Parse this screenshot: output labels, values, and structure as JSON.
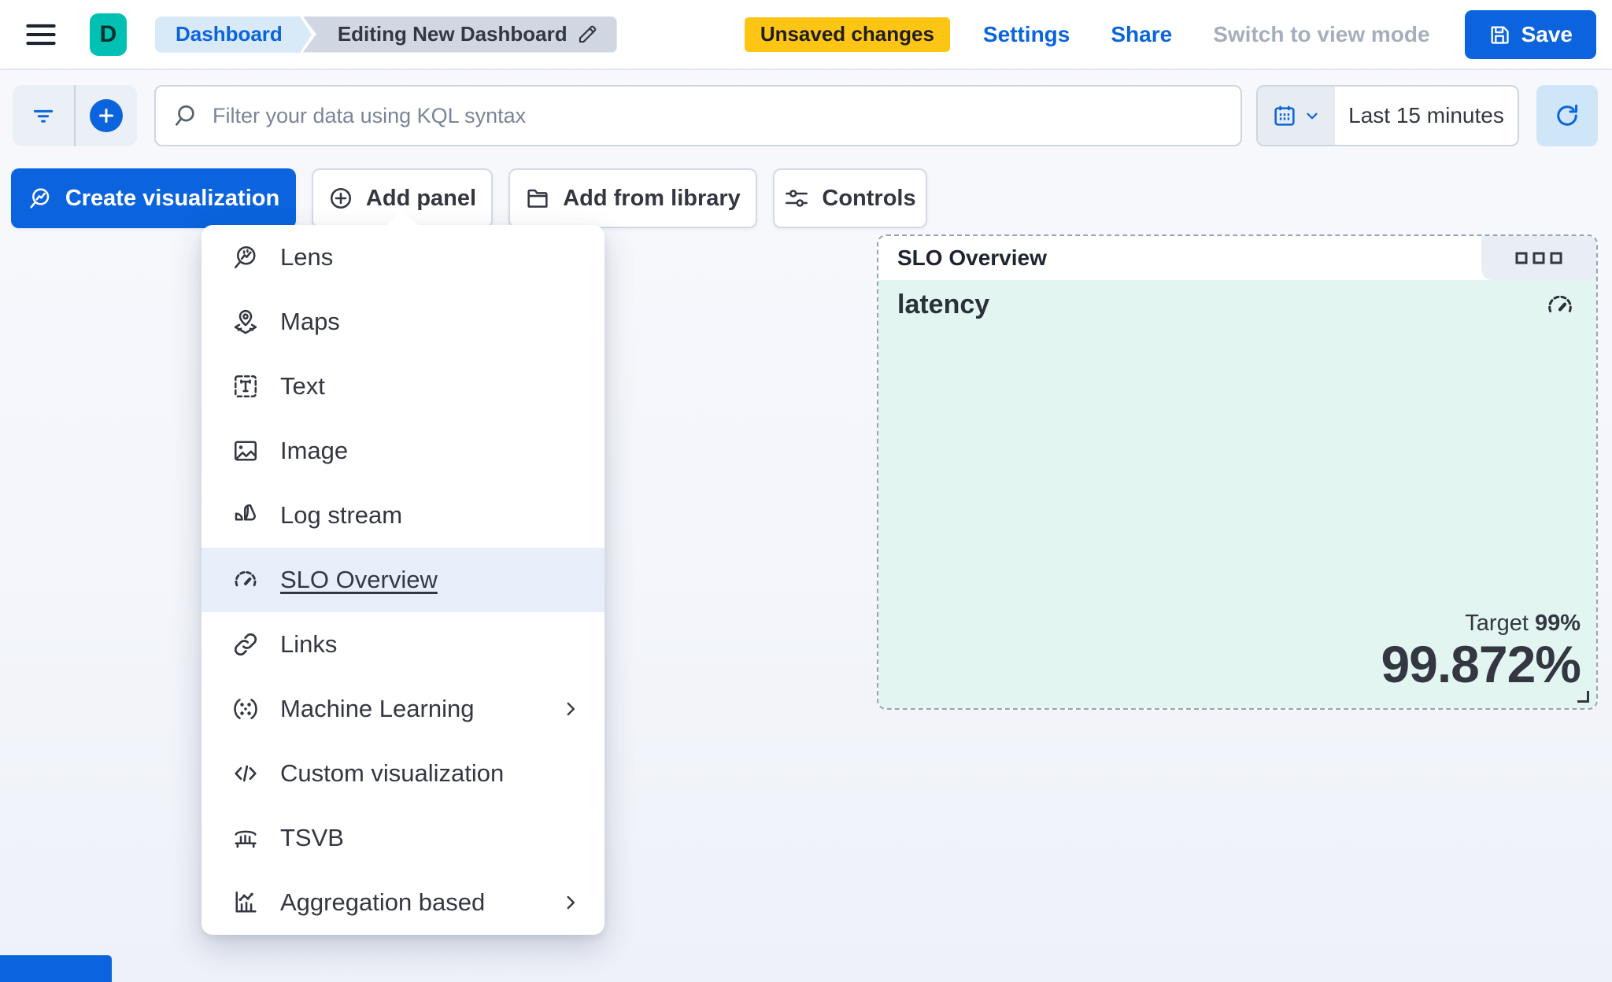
{
  "header": {
    "logo_letter": "D",
    "breadcrumbs": [
      "Dashboard",
      "Editing New Dashboard"
    ],
    "unsaved_badge": "Unsaved changes",
    "settings_label": "Settings",
    "share_label": "Share",
    "view_mode_label": "Switch to view mode",
    "save_label": "Save"
  },
  "query_bar": {
    "search_placeholder": "Filter your data using KQL syntax",
    "time_range": "Last 15 minutes"
  },
  "toolbar": {
    "create_visualization_label": "Create visualization",
    "add_panel_label": "Add panel",
    "add_from_library_label": "Add from library",
    "controls_label": "Controls"
  },
  "add_panel_menu": {
    "items": [
      {
        "label": "Lens",
        "icon": "lens-icon"
      },
      {
        "label": "Maps",
        "icon": "maps-icon"
      },
      {
        "label": "Text",
        "icon": "text-icon"
      },
      {
        "label": "Image",
        "icon": "image-icon"
      },
      {
        "label": "Log stream",
        "icon": "log-stream-icon"
      },
      {
        "label": "SLO Overview",
        "icon": "gauge-icon",
        "highlighted": true
      },
      {
        "label": "Links",
        "icon": "link-icon"
      },
      {
        "label": "Machine Learning",
        "icon": "machine-learning-icon",
        "has_submenu": true
      },
      {
        "label": "Custom visualization",
        "icon": "code-icon"
      },
      {
        "label": "TSVB",
        "icon": "tsvb-icon"
      },
      {
        "label": "Aggregation based",
        "icon": "aggregation-icon",
        "has_submenu": true
      }
    ]
  },
  "slo_panel": {
    "title": "SLO Overview",
    "metric_label": "latency",
    "target_label": "Target",
    "target_value": "99%",
    "value": "99.872%"
  },
  "colors": {
    "primary": "#0b64dd",
    "logo_teal": "#00bfb3",
    "warning_badge": "#fec514",
    "panel_mint": "#e2f5f1",
    "menu_highlight": "#e7f0fa",
    "text": "#343741"
  }
}
